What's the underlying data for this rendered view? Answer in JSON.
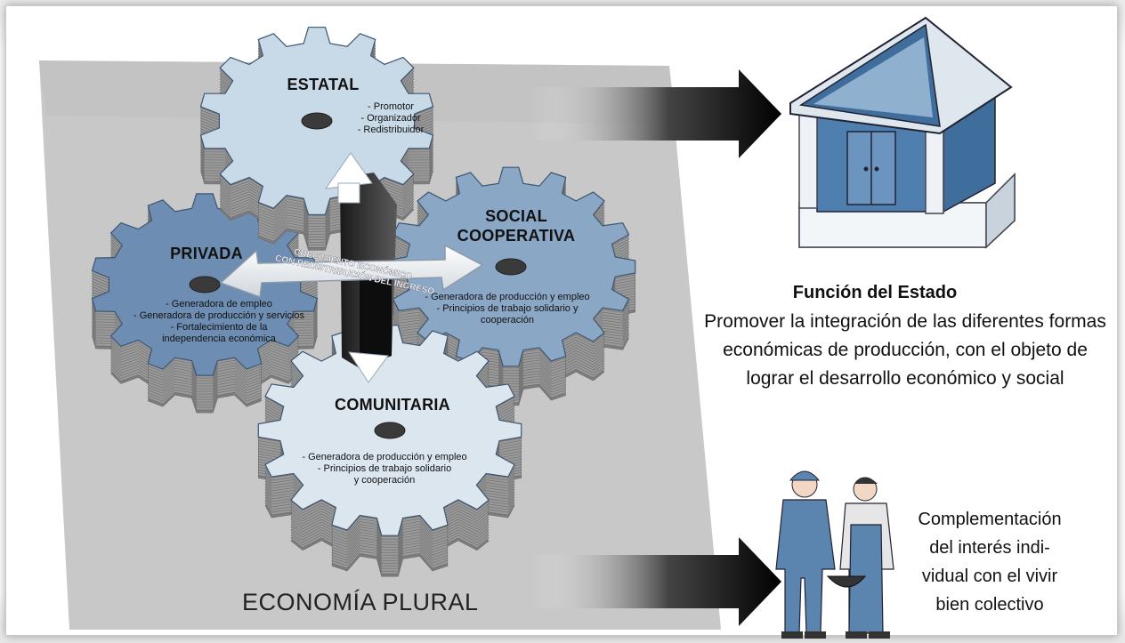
{
  "gears": {
    "estatal": {
      "title": "ESTATAL",
      "items": [
        "- Promotor",
        "- Organizador",
        "- Redistribuidor"
      ]
    },
    "privada": {
      "title": "PRIVADA",
      "items": [
        "- Generadora de empleo",
        "- Generadora de producción y servicios",
        "- Fortalecimiento de la",
        "independencia económica"
      ]
    },
    "social": {
      "title_line1": "SOCIAL",
      "title_line2": "COOPERATIVA",
      "items": [
        "- Generadora de producción y empleo",
        "- Principios de trabajo solidario y",
        "cooperación"
      ]
    },
    "comunitaria": {
      "title": "COMUNITARIA",
      "items": [
        "- Generadora de producción y empleo",
        "- Principios de trabajo solidario",
        "y cooperación"
      ]
    }
  },
  "center_arrow": {
    "line1": "CRECIMIENTO ECONÓMICO",
    "line2": "CON REDISTRIBUCIÓN DEL INGRESO"
  },
  "plural_label": "ECONOMÍA PLURAL",
  "funcion": {
    "title": "Función del Estado",
    "lines": [
      "Promover la integración de las diferentes formas",
      "económicas de producción, con el objeto de",
      "lograr el desarrollo económico y social"
    ]
  },
  "complement": {
    "lines": [
      "Complementación",
      "del interés indi-",
      "vidual con el vivir",
      "bien colectivo"
    ]
  },
  "colors": {
    "estatal": "#c8d9e8",
    "privada": "#6e8db2",
    "social": "#8aa7c6",
    "comunitaria": "#dce6ef",
    "panel": "#c6c6c6",
    "building": "#3f6e9c"
  }
}
